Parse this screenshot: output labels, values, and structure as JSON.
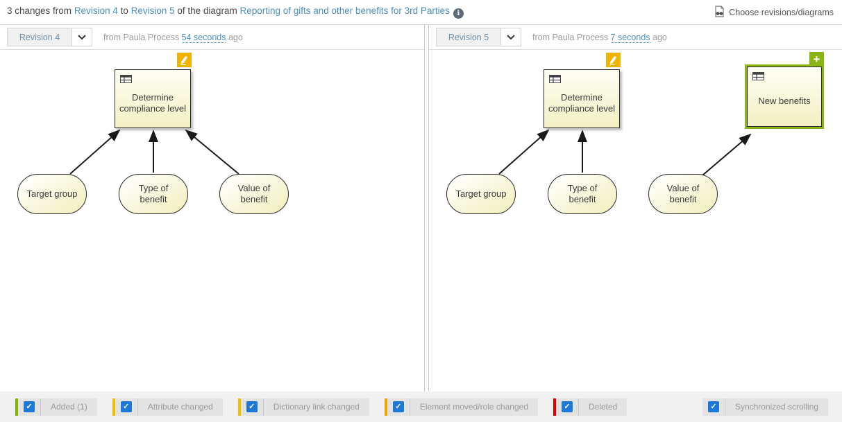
{
  "topbar": {
    "summary_parts": [
      "3 changes from ",
      "Revision 4",
      " to ",
      "Revision 5",
      " of the diagram ",
      "Reporting of gifts and other benefits for 3rd Parties"
    ],
    "info_glyph": "i",
    "choose_label": "Choose revisions/diagrams"
  },
  "panels": {
    "left": {
      "revision_label": "Revision 4",
      "byline": {
        "prefix": "from Paula Process ",
        "time": "54 seconds",
        "suffix": " ago"
      },
      "nodes": {
        "determine": "Determine compliance level",
        "target": "Target group",
        "type": "Type of benefit",
        "value": "Value of benefit"
      }
    },
    "right": {
      "revision_label": "Revision 5",
      "byline": {
        "prefix": "from Paula Process ",
        "time": "7 seconds",
        "suffix": " ago"
      },
      "nodes": {
        "determine": "Determine compliance level",
        "target": "Target group",
        "type": "Type of benefit",
        "value": "Value of benefit",
        "new_benefits": "New benefits"
      }
    }
  },
  "badges": {
    "added_plus": "+"
  },
  "legend": {
    "items": [
      {
        "label": "Added (1)",
        "color": "#86b300",
        "checked": true
      },
      {
        "label": "Attribute changed",
        "color": "#f0c000",
        "checked": true
      },
      {
        "label": "Dictionary link changed",
        "color": "#f0c000",
        "checked": true
      },
      {
        "label": "Element moved/role changed",
        "color": "#f5a100",
        "checked": true
      },
      {
        "label": "Deleted",
        "color": "#e00000",
        "checked": true
      }
    ],
    "sync": {
      "label": "Synchronized scrolling",
      "checked": true
    }
  },
  "colors": {
    "link": "#4a8fc0",
    "badge_edit": "#f0b400",
    "badge_added": "#8ab411",
    "checkbox_blue": "#1e78d7"
  },
  "check_glyph": "✓"
}
